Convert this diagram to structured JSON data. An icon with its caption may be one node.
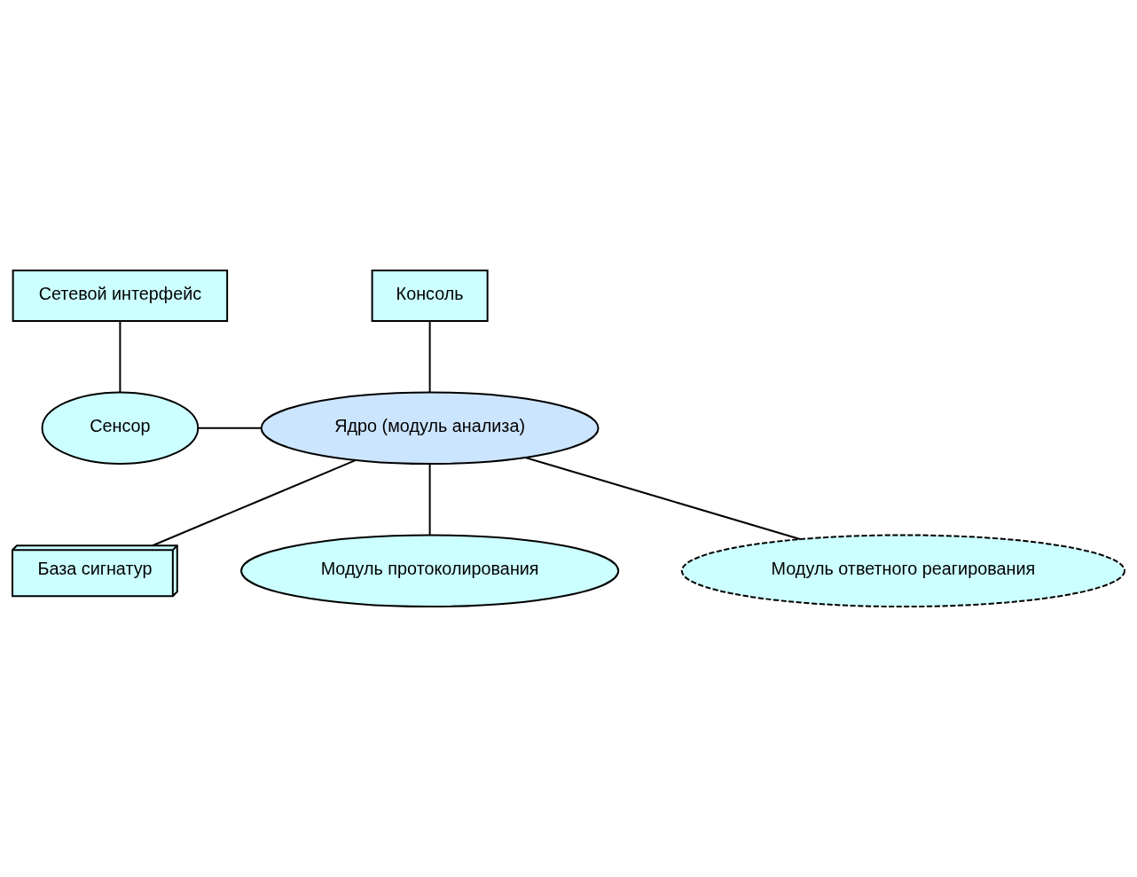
{
  "diagram": {
    "nodes": [
      {
        "text": [
          "Сетевой интерфейс"
        ]
      },
      {
        "text": [
          "Консоль"
        ]
      },
      {
        "text": [
          "Сенсор"
        ]
      },
      {
        "text": [
          "Ядро (модуль анализа)"
        ]
      },
      {
        "text": [
          "База сигнатур"
        ]
      },
      {
        "text": [
          "Модуль протоколирования"
        ]
      },
      {
        "text": [
          "Модуль ответного реагирования"
        ]
      }
    ],
    "edges": [
      {
        "from": 0,
        "to": 2,
        "arrow": "none"
      },
      {
        "from": 3,
        "to": 1,
        "arrow": "none"
      },
      {
        "from": 2,
        "to": 3,
        "arrow": "none"
      },
      {
        "from": 3,
        "to": 4,
        "arrow": "none"
      },
      {
        "from": 3,
        "to": 5,
        "arrow": "none"
      },
      {
        "from": 3,
        "to": 6,
        "arrow": "none"
      }
    ]
  }
}
